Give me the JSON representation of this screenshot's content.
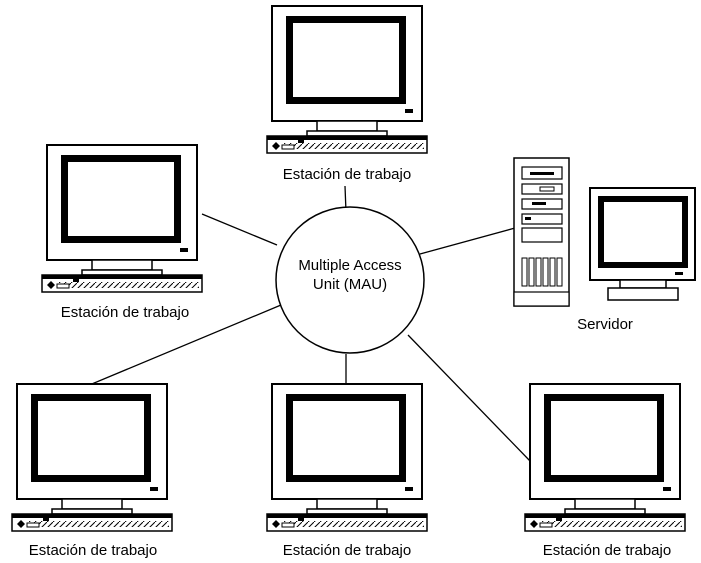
{
  "hub": {
    "line1": "Multiple Access",
    "line2": "Unit (MAU)"
  },
  "labels": {
    "top": "Estación de trabajo",
    "left": "Estación de trabajo",
    "bottom_left": "Estación de trabajo",
    "bottom_center": "Estación de trabajo",
    "bottom_right": "Estación de trabajo",
    "server": "Servidor"
  },
  "colors": {
    "line": "#000000",
    "screen": "#ffffff",
    "background": "#ffffff"
  }
}
